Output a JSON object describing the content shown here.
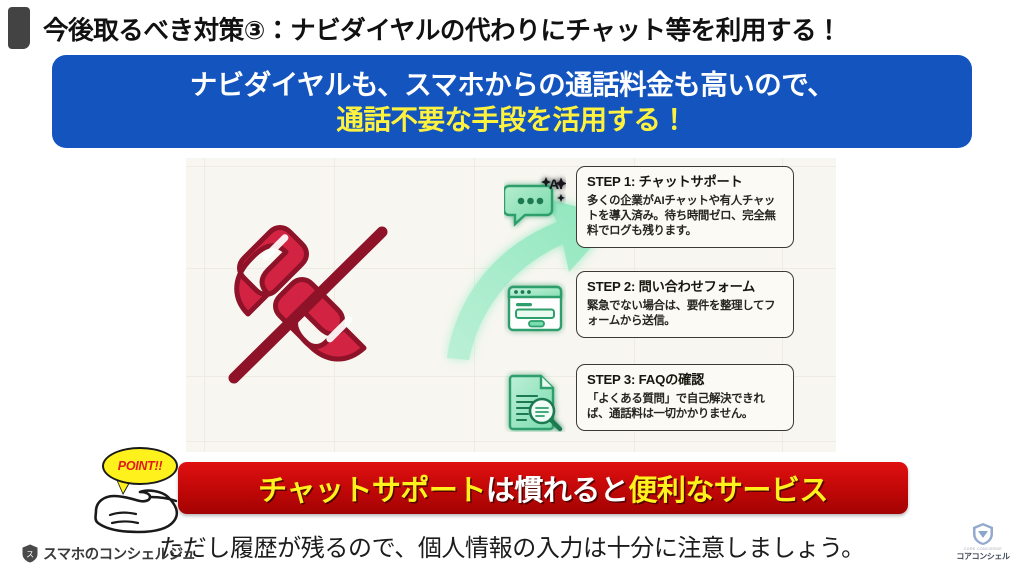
{
  "slide": {
    "title": "今後取るべき対策③：ナビダイヤルの代わりにチャット等を利用する！",
    "accent_color": "#434343"
  },
  "blue_banner": {
    "line1": "ナビダイヤルも、スマホからの通話料金も高いので、",
    "line2": "通話不要な手段を活用する！",
    "bg_color": "#1354BE",
    "line1_color": "#FFFFFF",
    "line2_color": "#FFF23E"
  },
  "illustration": {
    "no_call_icon": "phone-call-crossed-out-icon",
    "arrow_icon": "curved-arrow-right-icon",
    "panel_bg": "#F7F6F0",
    "accent_green": "#2FA06E"
  },
  "steps": [
    {
      "icon": "ai-chat-bubble-icon",
      "title": "STEP 1: チャットサポート",
      "body": "多くの企業がAIチャットや有人チャットを導入済み。待ち時間ゼロ、完全無料でログも残ります。"
    },
    {
      "icon": "contact-form-window-icon",
      "title": "STEP 2: 問い合わせフォーム",
      "body": "緊急でない場合は、要件を整理してフォームから送信。"
    },
    {
      "icon": "faq-document-search-icon",
      "title": "STEP 3: FAQの確認",
      "body": "「よくある質問」で自己解決できれば、通話料は一切かかりません。"
    }
  ],
  "point_badge": {
    "label": "POINT!!",
    "bubble_color": "#FFF21C",
    "text_color": "#E01B1B",
    "hand_icon": "pointing-hand-icon"
  },
  "red_banner": {
    "part1": "チャットサポート",
    "part2": "は慣れると",
    "part3": "便利なサービス",
    "bg_color": "#C00707",
    "highlight_color": "#FFF21C",
    "plain_color": "#FFFFFF"
  },
  "bottom_caption": "ただし履歴が残るので、個人情報の入力は十分に注意しましょう。",
  "logo_left": {
    "icon": "shield-logo-icon",
    "text": "スマホのコンシェルジュ"
  },
  "logo_right": {
    "icon": "core-concier-shield-icon",
    "sub": "CORE CONCIERGE",
    "name": "コアコンシェル"
  }
}
